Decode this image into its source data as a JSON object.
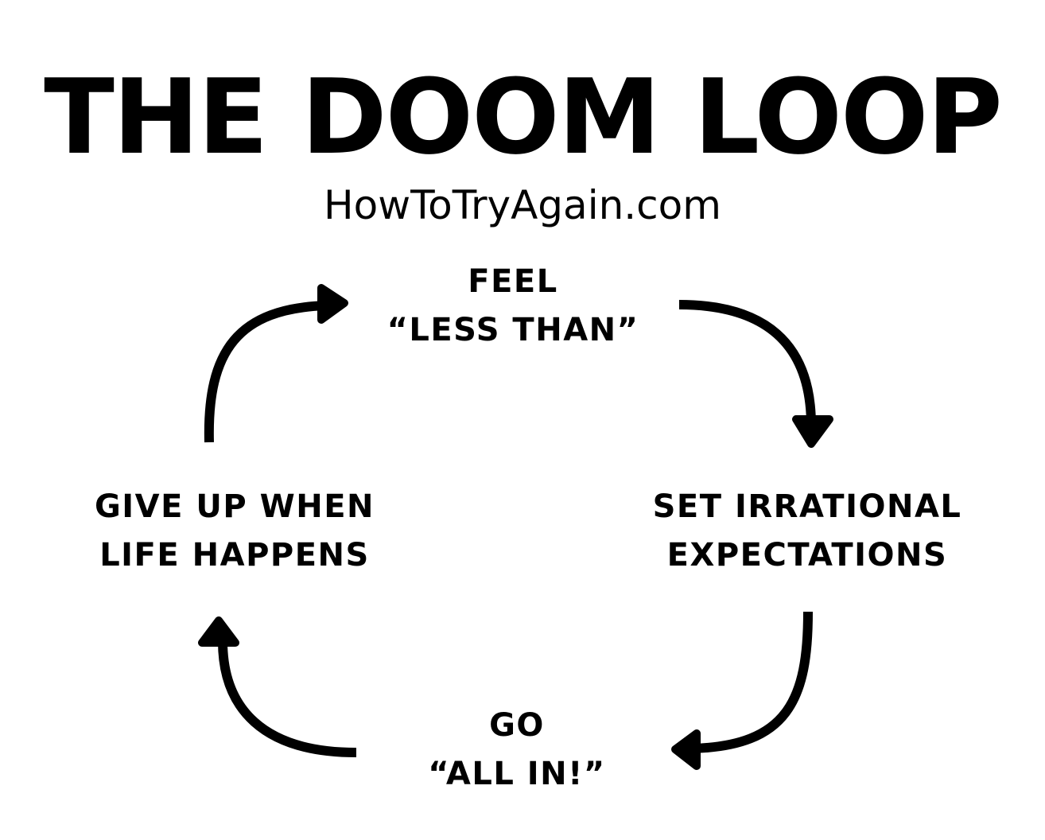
{
  "diagram": {
    "title": "THE DOOM LOOP",
    "subtitle": "HowToTryAgain.com",
    "nodes": {
      "top": [
        "FEEL",
        "“LESS THAN”"
      ],
      "right": [
        "SET IRRATIONAL",
        "EXPECTATIONS"
      ],
      "bottom": [
        "GO",
        "“ALL IN!”"
      ],
      "left": [
        "GIVE UP WHEN",
        "LIFE HAPPENS"
      ]
    },
    "arrow_color": "#000000",
    "text_color": "#000000",
    "background": "#ffffff"
  }
}
